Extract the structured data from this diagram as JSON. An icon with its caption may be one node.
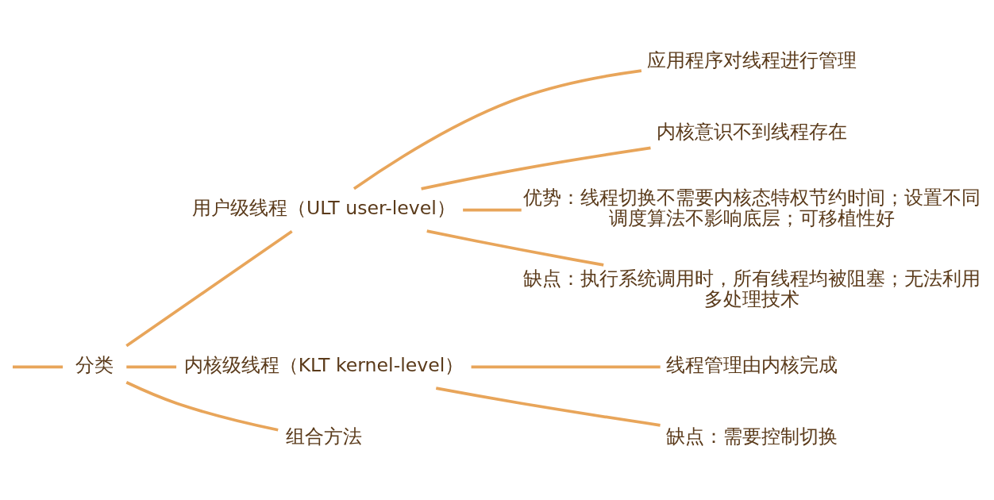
{
  "diagram": {
    "nodes": [
      {
        "text": [
          "分类"
        ]
      },
      {
        "text": [
          "用户级线程（ULT user-level）"
        ]
      },
      {
        "text": [
          "内核级线程（KLT kernel-level）"
        ]
      },
      {
        "text": [
          "组合方法"
        ]
      },
      {
        "text": [
          "应用程序对线程进行管理"
        ]
      },
      {
        "text": [
          "内核意识不到线程存在"
        ]
      },
      {
        "text": [
          "优势：线程切换不需要内核态特权节约时间；设置不同调度算法不影响底层；可移植性好"
        ]
      },
      {
        "text": [
          "缺点：执行系统调用时，所有线程均被阻塞；无法利用多处理技术"
        ]
      },
      {
        "text": [
          "线程管理由内核完成"
        ]
      },
      {
        "text": [
          "缺点：需要控制切换"
        ]
      }
    ],
    "edges": [
      {
        "from": null,
        "to": 0,
        "arrow": "none"
      },
      {
        "from": 0,
        "to": 1,
        "arrow": "none"
      },
      {
        "from": 0,
        "to": 2,
        "arrow": "none"
      },
      {
        "from": 0,
        "to": 3,
        "arrow": "none"
      },
      {
        "from": 1,
        "to": 4,
        "arrow": "none"
      },
      {
        "from": 1,
        "to": 5,
        "arrow": "none"
      },
      {
        "from": 1,
        "to": 6,
        "arrow": "none"
      },
      {
        "from": 1,
        "to": 7,
        "arrow": "none"
      },
      {
        "from": 2,
        "to": 8,
        "arrow": "none"
      },
      {
        "from": 2,
        "to": 9,
        "arrow": "none"
      }
    ]
  }
}
